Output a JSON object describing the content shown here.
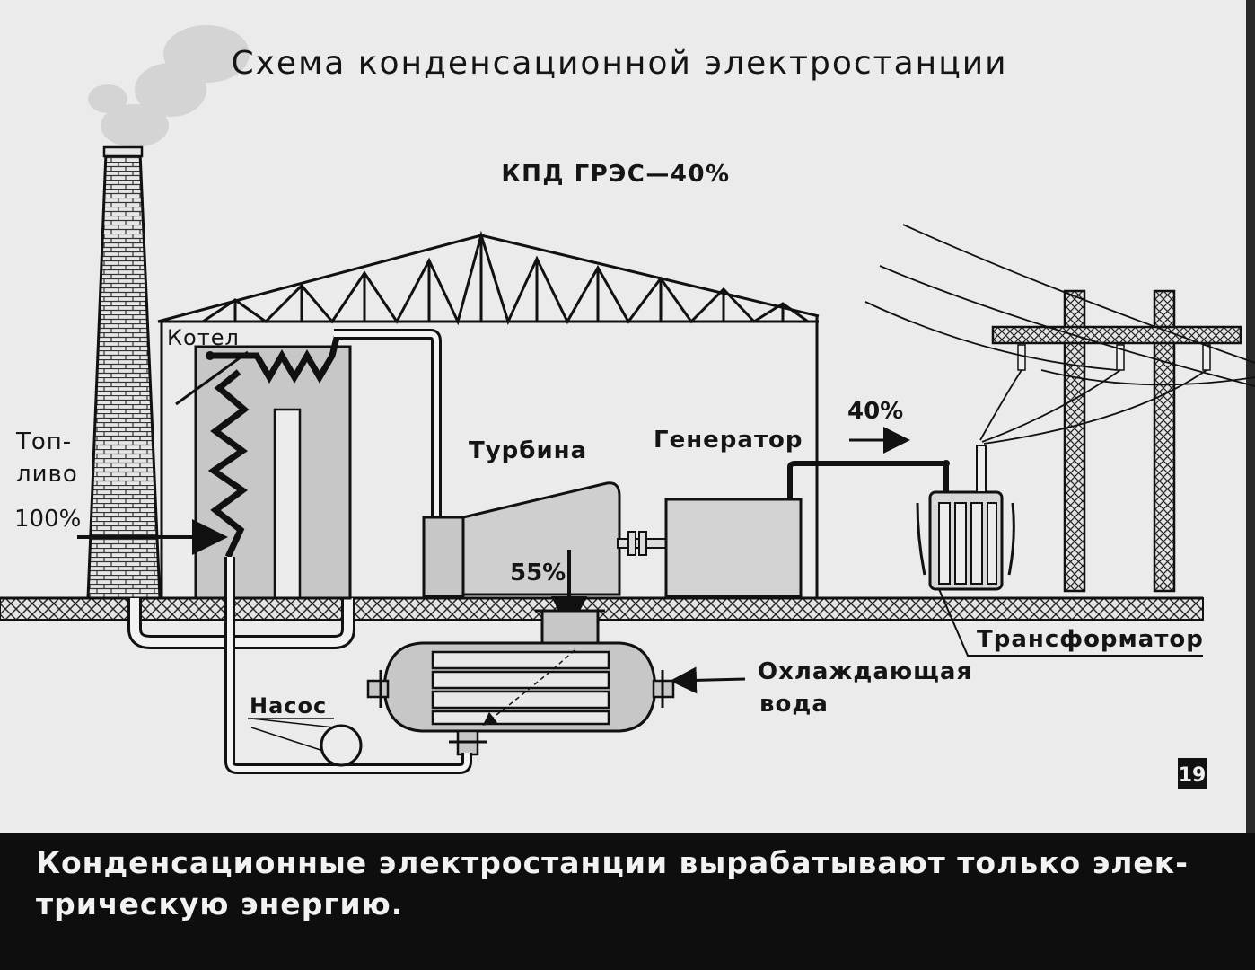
{
  "title": "Схема конденсационной электростанции",
  "efficiency": "КПД ГРЭС—40%",
  "labels": {
    "boiler": "Котел",
    "fuel_line1": "Топ-",
    "fuel_line2": "ливо",
    "fuel_percent": "100%",
    "turbine": "Турбина",
    "generator": "Генератор",
    "output_percent": "40%",
    "loss_percent": "55%",
    "transformer": "Трансформатор",
    "cooling_line1": "Охлаждающая",
    "cooling_line2": "вода",
    "pump": "Насос"
  },
  "page_number": "19",
  "caption": {
    "line1": "Конденсационные электростанции вырабатывают только элек-",
    "line2": "трическую энергию."
  }
}
